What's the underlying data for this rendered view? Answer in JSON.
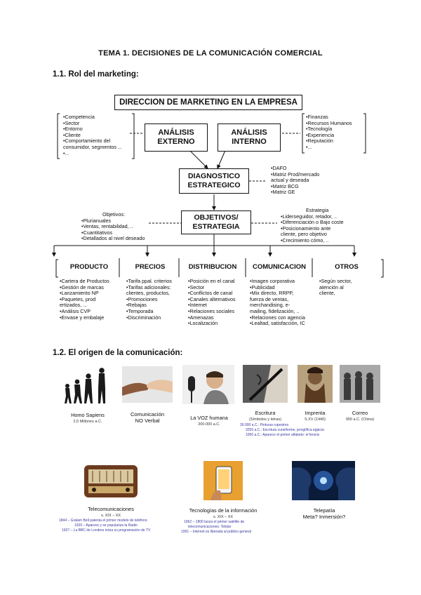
{
  "title": "TEMA 1. DECISIONES DE LA COMUNICACIÓN COMERCIAL",
  "section1": "1.1. Rol del marketing:",
  "section2": "1.2. El origen de la comunicación:",
  "diagram": {
    "header": "DIRECCION DE MARKETING EN LA EMPRESA",
    "externo": "ANÁLISIS\nEXTERNO",
    "interno": "ANÁLISIS\nINTERNO",
    "diagnostico": "DIAGNOSTICO\nESTRATEGICO",
    "objetivos": "OBJETIVOS/\nESTRATEGIA",
    "left_list": [
      "•Competencia",
      "•Sector",
      "•Entorno",
      "•Cliente",
      "•Comportamiento del",
      "consumidor, segmentos ...",
      "•..."
    ],
    "right_list": [
      "•Finanzas",
      "•Recursos Humanos",
      "•Tecnología",
      "•Experiencia",
      "•Reputación",
      "•..."
    ],
    "diag_list": [
      "•DAFO",
      "•Matriz Prod/mercado",
      "actual y deseada",
      "•Matriz BCG",
      "•Matriz GE"
    ],
    "obj_title": "Objetivos:",
    "obj_list": [
      "•Plurianuales",
      "•Ventas, rentabilidad, ..",
      "•Cuantitativos",
      "•Detallados al nivel deseado"
    ],
    "est_title": "Estrategia",
    "est_list": [
      "•Liderseguidor, retador, ..",
      "•Diferenciación o Bajo coste",
      "•Posicionamiento ante",
      "cliente, pero objetivo",
      "•Crecimiento cómo, .."
    ],
    "categories": [
      "PRODUCTO",
      "PRECIOS",
      "DISTRIBUCION",
      "COMUNICACION",
      "OTROS"
    ],
    "cat_lists": [
      [
        "•Cartera de Productos",
        "•Gestión de marcas",
        "•Lanzamiento NP",
        "•Paquetes, prod",
        "ertizados, ...",
        "•Análisis CVP",
        "•Envase y embalaje"
      ],
      [
        "•Tarifa ppal. criterios",
        "•Tarifas adicionales:",
        "clientes, productos,",
        "•Promociones",
        "•Rebajas",
        "•Temporada",
        "•Discriminación"
      ],
      [
        "•Posición en el canal",
        "•Sector",
        "•Conflictos de canal",
        "•Canales alternativos",
        "•Internet",
        "•Relaciones sociales",
        "•Amenazas",
        "•Localización"
      ],
      [
        "•Imagen corporativa",
        "•Publicidad",
        "•Mix directo, RRPP,",
        "fuerza de ventas,",
        "merchandising, e-",
        "mailing, fidelización, ..",
        "•Relaciones con agencia",
        "•Lealtad, satisfacción, IC"
      ],
      [
        "•Según sector,",
        "atención al",
        "cliente,"
      ]
    ]
  },
  "timeline_row1": [
    {
      "name": "Homo Sapiens",
      "sub": "2,5 Millones a.C."
    },
    {
      "name": "Comunicación",
      "name2": "NO Verbal"
    },
    {
      "name": "La VOZ humana",
      "sub": "200.000 a.C."
    },
    {
      "name": "Escritura",
      "sub": "(Símbolos y letras)",
      "notes": [
        "30.000 a.C.: Pinturas rupestres",
        "3250 a.C.: Escritura cuneiforme, jeroglífica egipcia",
        "1050 a.C.: Aparece el primer alfabeto: el fenicio"
      ]
    },
    {
      "name": "Imprenta",
      "sub": "S.XV (1440)"
    },
    {
      "name": "Correo",
      "sub": "900 a.C. (China)"
    }
  ],
  "timeline_row2": [
    {
      "name": "Telecomunicaciones",
      "sub": "s. XIX – XX",
      "notes": [
        "1844 – Gralam Bell patenta el primer modelo de teléfono",
        "1920 – Aparece y se populariza la Radio",
        "1937 – La BBC de Londres inicia su programación de TV"
      ]
    },
    {
      "name": "Tecnologías de la información",
      "sub": "s. XIX – XX",
      "notes": [
        "1962 – 1800 lanza el primer satélite de",
        "telecomunicaciones: Telstar",
        "1991 – Internet es liberada al público general"
      ]
    },
    {
      "name": "Telepatía",
      "name2": "Meta? Inmersión?"
    }
  ]
}
